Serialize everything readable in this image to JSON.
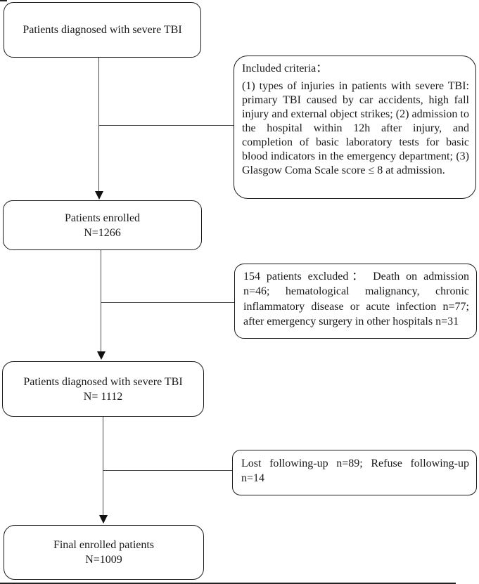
{
  "boxes": {
    "diagnosed": {
      "text": "Patients diagnosed with severe TBI"
    },
    "enrolled": {
      "line1": "Patients enrolled",
      "line2": "N=1266"
    },
    "diagnosed_after_exclusion": {
      "line1": "Patients diagnosed with severe TBI",
      "line2": "N= 1112"
    },
    "final_enrolled": {
      "line1": "Final enrolled patients",
      "line2": "N=1009"
    },
    "included_criteria": {
      "title": "Included criteria：",
      "body": "(1) types of injuries in patients with severe TBI: primary TBI caused by car accidents, high fall injury and external object strikes; (2) admission to the hospital within 12h after injury, and completion of basic laboratory tests for basic blood indicators in the emergency department; (3) Glasgow Coma Scale score ≤ 8 at admission."
    },
    "excluded": {
      "body": "154 patients excluded： Death on admission n=46; hematological malignancy, chronic inflammatory disease or acute infection n=77; after emergency surgery in other hospitals n=31"
    },
    "followup": {
      "body": "Lost following-up n=89; Refuse following-up n=14"
    }
  },
  "colors": {
    "background": "#ffffff",
    "box_border": "#1a1a1a",
    "connector_line": "#4a4a4a",
    "text": "#1a1a1a"
  }
}
